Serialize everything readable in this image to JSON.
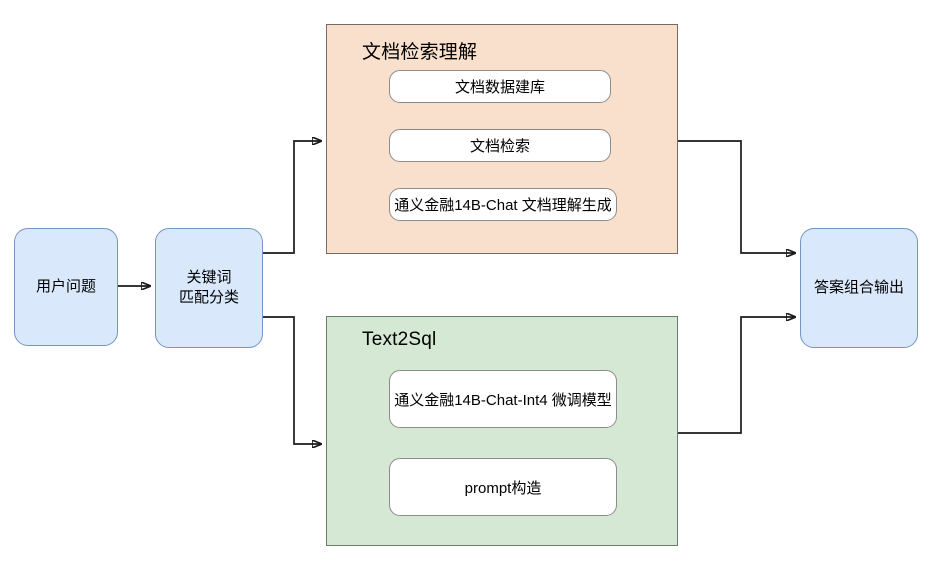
{
  "diagram": {
    "type": "flowchart",
    "orientation": "left-to-right",
    "background": "#ffffff",
    "colors": {
      "node_fill_blue": "#dae8fc",
      "node_border_blue": "#7496c4",
      "group_fill_orange": "#f8e0cd",
      "group_border_orange": "#7a6a63",
      "group_fill_green": "#d5e8d4",
      "group_border_green": "#6b7d6a",
      "box_fill_white": "#ffffff",
      "box_border_gray": "#8c8c8c",
      "edge_stroke": "#1a1a1a"
    }
  },
  "nodes": {
    "user_question": {
      "label": "用户问题"
    },
    "keyword_classify": {
      "label": "关键词\n匹配分类"
    },
    "answer_output": {
      "label": "答案组合输出"
    }
  },
  "groups": {
    "doc_retrieval": {
      "title": "文档检索理解",
      "boxes": [
        {
          "label": "文档数据建库"
        },
        {
          "label": "文档检索"
        },
        {
          "label": "通义金融14B-Chat 文档理解生成"
        }
      ]
    },
    "text2sql": {
      "title": "Text2Sql",
      "boxes": [
        {
          "label": "通义金融14B-Chat-Int4 微调模型"
        },
        {
          "label": "prompt构造"
        }
      ]
    }
  },
  "edges": [
    {
      "from": "用户问题",
      "to": "关键词匹配分类"
    },
    {
      "from": "关键词匹配分类",
      "to": "文档检索理解"
    },
    {
      "from": "关键词匹配分类",
      "to": "Text2Sql"
    },
    {
      "from": "文档检索理解",
      "to": "答案组合输出"
    },
    {
      "from": "Text2Sql",
      "to": "答案组合输出"
    }
  ]
}
